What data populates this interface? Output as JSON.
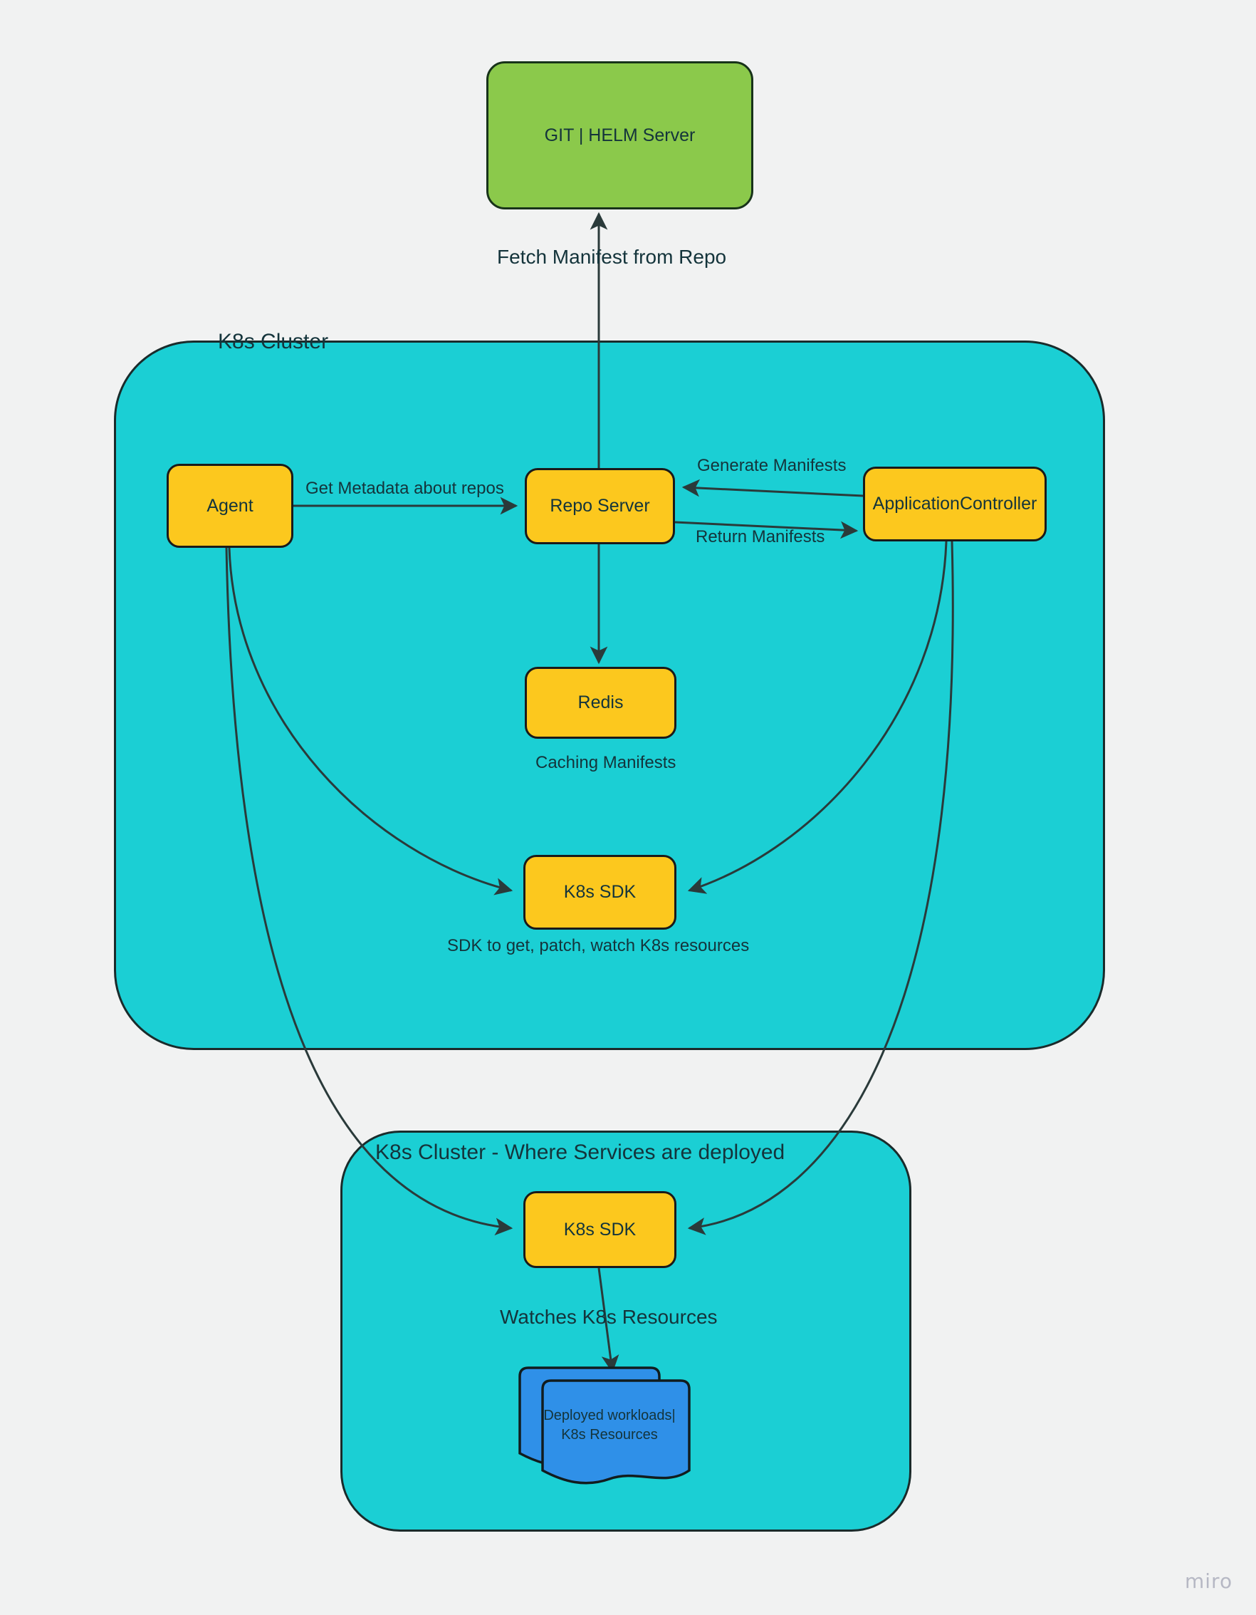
{
  "diagram": {
    "title": "ArgoCD GitOps architecture",
    "background_color": "#f1f2f2",
    "cluster_color": "#1BCFD4",
    "node_color": "#FCC81E",
    "repo_color": "#8BC94B",
    "document_color": "#2F90E8",
    "stroke_color": "#14343b"
  },
  "repo_server_node": {
    "label": "GIT | HELM Server"
  },
  "clusters": {
    "main": {
      "title": "K8s Cluster"
    },
    "deploy": {
      "title": "K8s Cluster - Where Services are deployed"
    }
  },
  "nodes": {
    "agent": {
      "label": "Agent"
    },
    "repo_server": {
      "label": "Repo Server"
    },
    "application_controller": {
      "label": "ApplicationController"
    },
    "redis": {
      "label": "Redis"
    },
    "k8s_sdk_main": {
      "label": "K8s SDK"
    },
    "k8s_sdk_deploy": {
      "label": "K8s SDK"
    },
    "workloads": {
      "label": "Deployed workloads|\nK8s Resources"
    }
  },
  "edge_labels": {
    "fetch_manifest": "Fetch Manifest from Repo",
    "get_metadata": "Get Metadata about repos",
    "generate_manifests": "Generate Manifests",
    "return_manifests": "Return Manifests",
    "caching_manifests": "Caching Manifests",
    "sdk_purpose": "SDK to get, patch, watch K8s resources",
    "watches_resources": "Watches K8s Resources"
  },
  "watermark": {
    "label": "miro"
  }
}
